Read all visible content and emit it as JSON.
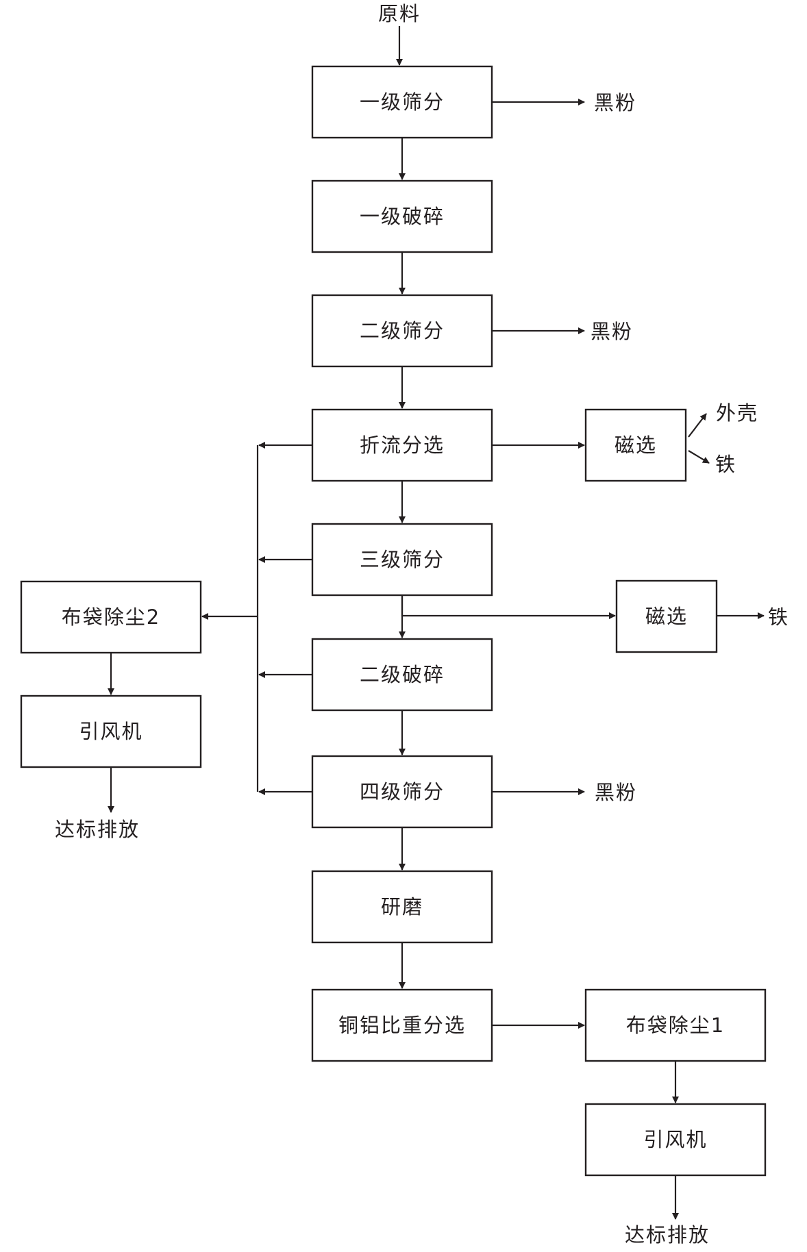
{
  "nodes": {
    "raw_material": "原料",
    "screen1": "一级筛分",
    "crush1": "一级破碎",
    "screen2": "二级筛分",
    "deflect_sort": "折流分选",
    "screen3": "三级筛分",
    "crush2": "二级破碎",
    "screen4": "四级筛分",
    "grinding": "研磨",
    "cu_al_sort": "铜铝比重分选",
    "magnet1": "磁选",
    "magnet2": "磁选",
    "baghouse1": "布袋除尘1",
    "baghouse2": "布袋除尘2",
    "fan1": "引风机",
    "fan2": "引风机"
  },
  "outputs": {
    "black_powder_1": "黑粉",
    "black_powder_2": "黑粉",
    "black_powder_4": "黑粉",
    "shell": "外壳",
    "iron_1": "铁",
    "iron_2": "铁",
    "discharge_1": "达标排放",
    "discharge_2": "达标排放"
  }
}
